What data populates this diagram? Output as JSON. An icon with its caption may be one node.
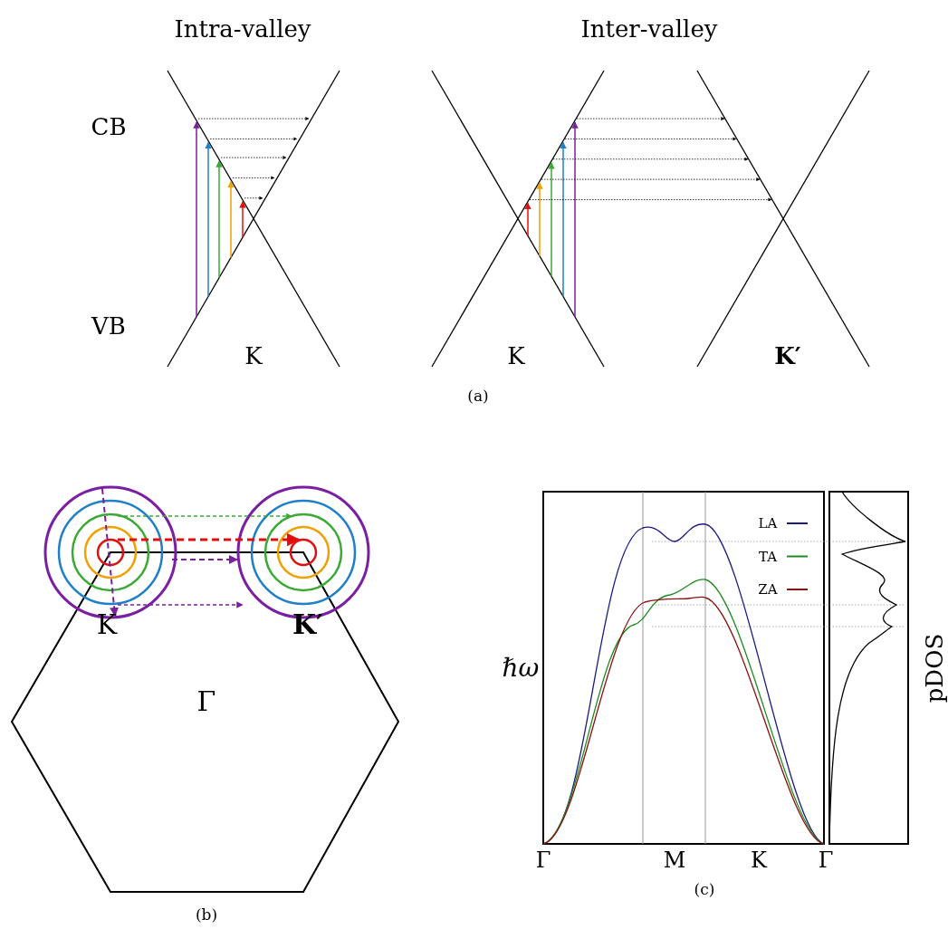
{
  "diagram": {
    "labels": [
      "Intra-valley",
      "Inter-valley",
      "CB",
      "VB",
      "K",
      "K",
      "K′",
      "(a)",
      "K",
      "K′",
      "Γ",
      "(b)",
      "ℏω",
      "pDOS",
      "Γ",
      "M",
      "K",
      "Γ",
      "(c)"
    ],
    "legend": [
      {
        "text": "LA"
      },
      {
        "text": "TA"
      },
      {
        "text": "ZA"
      }
    ]
  }
}
